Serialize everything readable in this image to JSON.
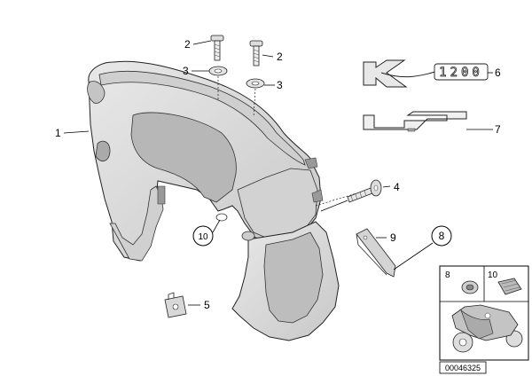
{
  "callouts": {
    "c1": "1",
    "c2a": "2",
    "c2b": "2",
    "c3a": "3",
    "c3b": "3",
    "c4": "4",
    "c5": "5",
    "c6": "6",
    "c7": "7",
    "c8": "8",
    "c9": "9",
    "c10": "10"
  },
  "emblems": {
    "k1200": "1200"
  },
  "inset": {
    "label_8": "8",
    "label_10": "10"
  },
  "diagram_code": "00046325",
  "colors": {
    "line": "#000000",
    "part_fill": "#dcdcdc",
    "part_shade": "#bdbdbd",
    "background": "#ffffff"
  }
}
